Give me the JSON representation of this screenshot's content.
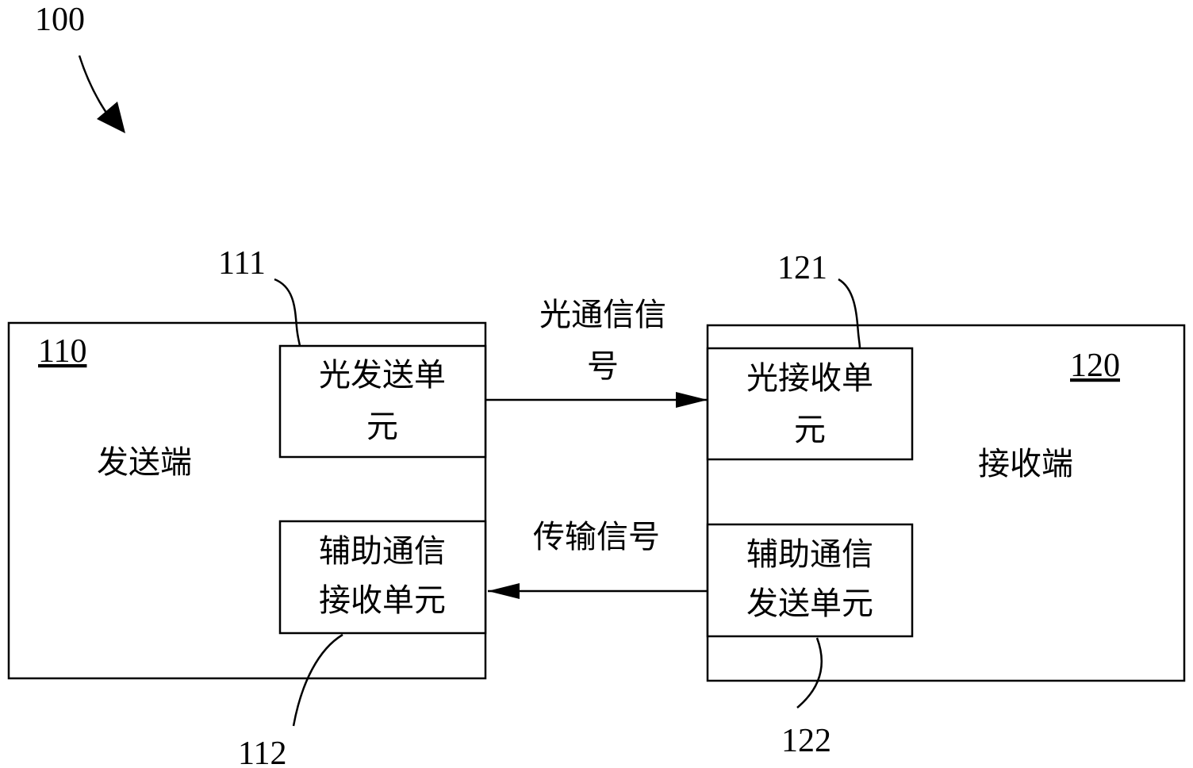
{
  "figure_ref": "100",
  "sender": {
    "ref": "110",
    "label": "发送端",
    "optical_tx_unit": {
      "ref": "111",
      "line1": "光发送单",
      "line2": "元"
    },
    "aux_rx_unit": {
      "ref": "112",
      "line1": "辅助通信",
      "line2": "接收单元"
    }
  },
  "receiver": {
    "ref": "120",
    "label": "接收端",
    "optical_rx_unit": {
      "ref": "121",
      "line1": "光接收单",
      "line2": "元"
    },
    "aux_tx_unit": {
      "ref": "122",
      "line1": "辅助通信",
      "line2": "发送单元"
    }
  },
  "signals": {
    "optical": {
      "line1": "光通信信",
      "line2": "号"
    },
    "transmission": "传输信号"
  }
}
